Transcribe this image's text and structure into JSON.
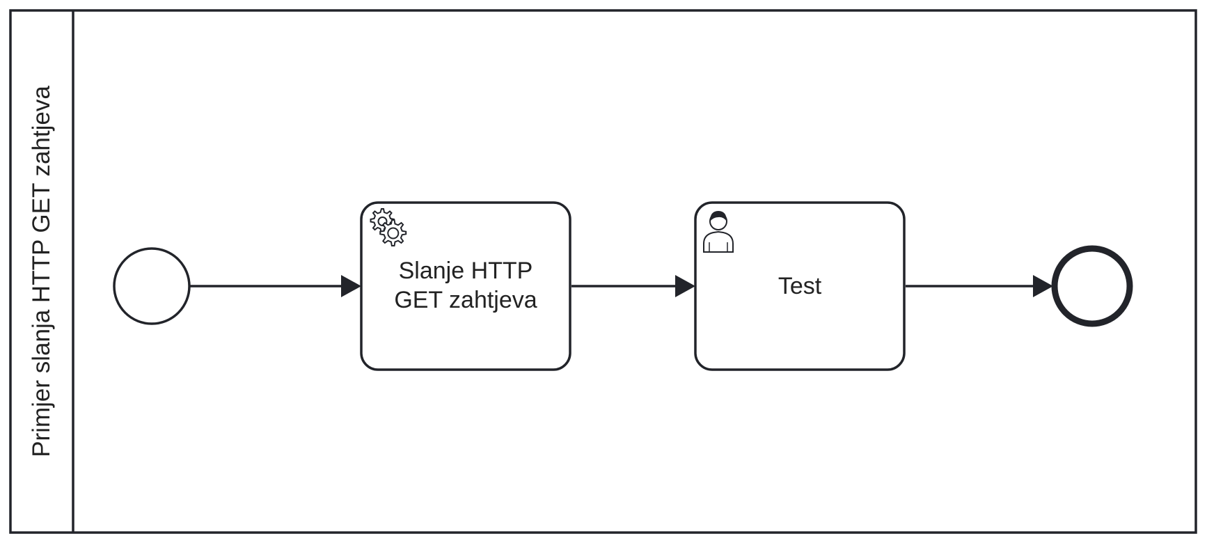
{
  "pool": {
    "label": "Primjer slanja HTTP GET zahtjeva"
  },
  "start_event": {
    "type": "none-start-event"
  },
  "service_task": {
    "icon": "gears-icon",
    "label_line1": "Slanje HTTP",
    "label_line2": "GET zahtjeva"
  },
  "user_task": {
    "icon": "user-icon",
    "label": "Test"
  },
  "end_event": {
    "type": "none-end-event"
  },
  "sequence_flows": [
    {
      "from": "start_event",
      "to": "service_task"
    },
    {
      "from": "service_task",
      "to": "user_task"
    },
    {
      "from": "user_task",
      "to": "end_event"
    }
  ],
  "colors": {
    "stroke": "#22242a",
    "fill": "#ffffff",
    "text": "#222222"
  }
}
